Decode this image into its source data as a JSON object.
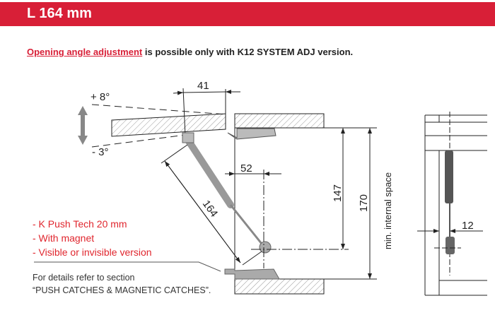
{
  "header": {
    "title": "L 164 mm"
  },
  "note": {
    "link": "Opening angle adjustment",
    "rest": " is possible only with K12 SYSTEM ADJ version."
  },
  "dimensions": {
    "d41": "41",
    "plus8": "+ 8°",
    "minus3": "- 3°",
    "d52": "52",
    "d164": "164",
    "d147": "147",
    "d170": "170",
    "internal": "min. internal space",
    "d12": "12"
  },
  "features": [
    "- K Push Tech  20 mm",
    "- With magnet",
    "- Visible or invisible version"
  ],
  "details": {
    "line1": "For details refer to section",
    "line2": "“PUSH CATCHES & MAGNETIC CATCHES”."
  },
  "colors": {
    "accent": "#d81f37"
  }
}
